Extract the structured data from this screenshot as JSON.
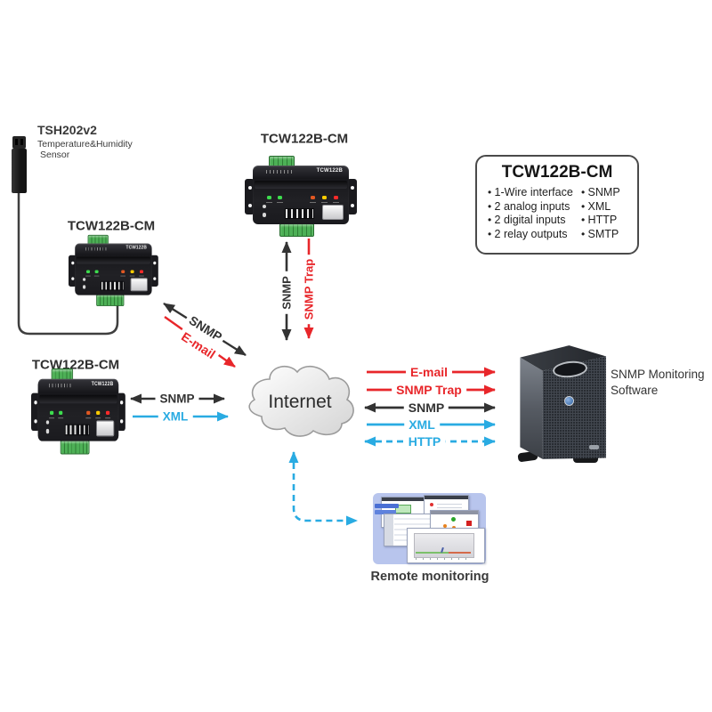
{
  "sensor": {
    "title": "TSH202v2",
    "subtitle_line1": "Temperature&Humidity",
    "subtitle_line2": "Sensor"
  },
  "devices": {
    "badge": "TCW122B",
    "items": [
      {
        "label": "TCW122B-CM",
        "position": "middle-left"
      },
      {
        "label": "TCW122B-CM",
        "position": "top-center"
      },
      {
        "label": "TCW122B-CM",
        "position": "bottom-left"
      }
    ]
  },
  "cloud": {
    "label": "Internet"
  },
  "info_box": {
    "title": "TCW122B-CM",
    "left_items": [
      "1-Wire interface",
      "2 analog inputs",
      "2 digital inputs",
      "2 relay outputs"
    ],
    "right_items": [
      "SNMP",
      "XML",
      "HTTP",
      "SMTP"
    ]
  },
  "server": {
    "label": "SNMP Monitoring Software"
  },
  "remote": {
    "label": "Remote monitoring"
  },
  "arrows": {
    "device_mid_to_cloud": [
      {
        "label": "SNMP",
        "color": "black",
        "bidirectional": true
      },
      {
        "label": "E-mail",
        "color": "red",
        "bidirectional": false
      }
    ],
    "device_top_to_cloud": [
      {
        "label": "SNMP",
        "color": "black",
        "bidirectional": true
      },
      {
        "label": "SNMP Trap",
        "color": "red",
        "bidirectional": false
      }
    ],
    "device_left_to_cloud": [
      {
        "label": "SNMP",
        "color": "black",
        "bidirectional": true
      },
      {
        "label": "XML",
        "color": "blue",
        "bidirectional": false
      }
    ],
    "cloud_to_server": [
      {
        "label": "E-mail",
        "color": "red",
        "style": "solid",
        "bidirectional": false
      },
      {
        "label": "SNMP Trap",
        "color": "red",
        "style": "solid",
        "bidirectional": false
      },
      {
        "label": "SNMP",
        "color": "black",
        "style": "solid",
        "bidirectional": true
      },
      {
        "label": "XML",
        "color": "blue",
        "style": "solid",
        "bidirectional": false
      },
      {
        "label": "HTTP",
        "color": "blue",
        "style": "dashed",
        "bidirectional": true
      }
    ],
    "cloud_to_remote": {
      "label": "",
      "color": "blue",
      "style": "dashed",
      "bidirectional": true
    }
  },
  "colors": {
    "arrow-red": "#e8262a",
    "arrow-blue": "#29abe2",
    "arrow-black": "#333333",
    "terminal-green": "#3fa44e",
    "box-border": "#4a4a4a",
    "remote-bg": "#b8c5ed"
  }
}
